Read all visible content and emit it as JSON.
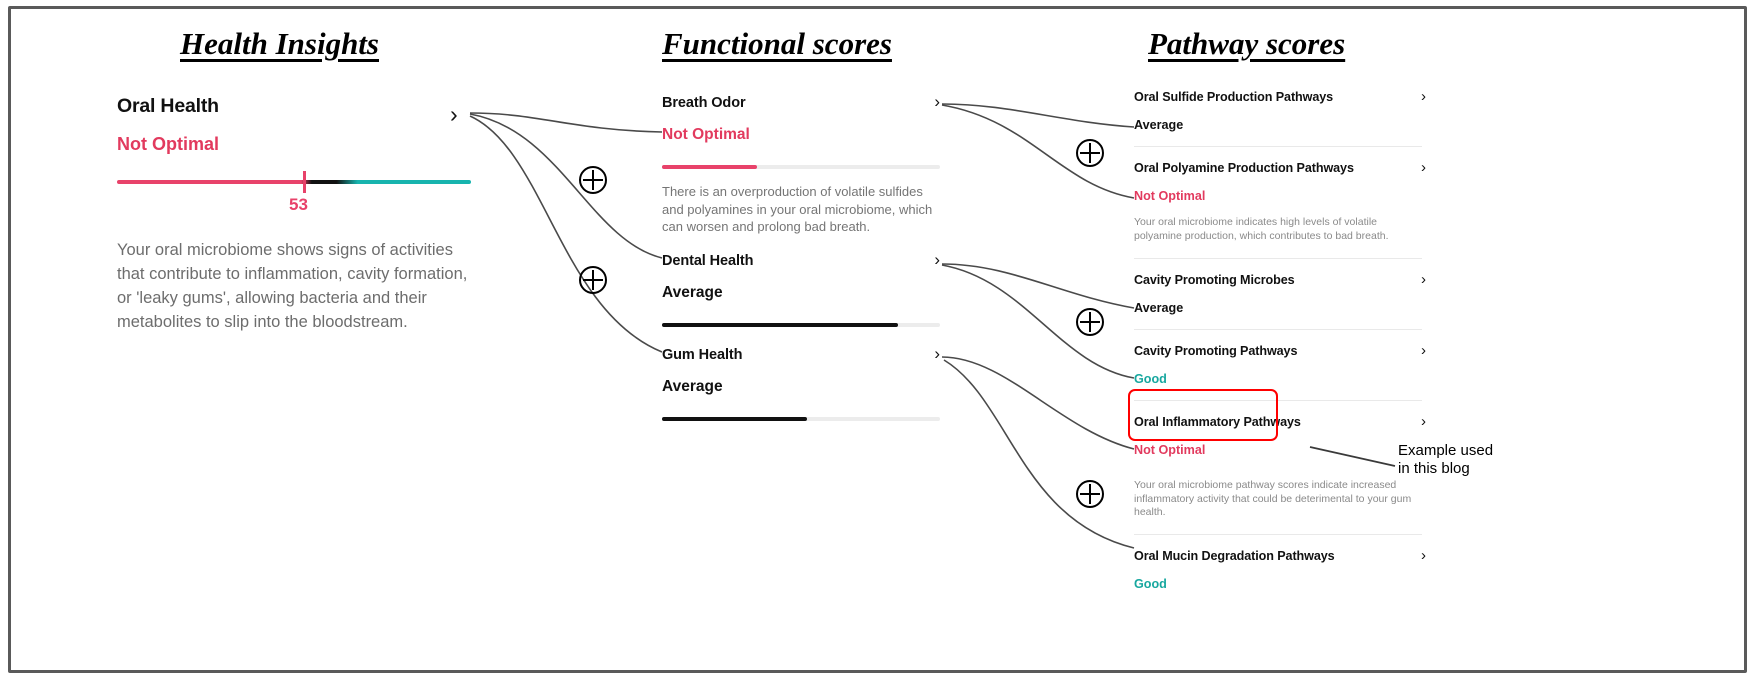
{
  "columns": {
    "health_insights_title": "Health Insights",
    "functional_scores_title": "Functional scores",
    "pathway_scores_title": "Pathway scores"
  },
  "colors": {
    "not_optimal": "#e23a5e",
    "average": "#111111",
    "good": "#17a79f",
    "highlight_box": "#ff0000",
    "muted_text": "#6d6d6d",
    "track": "#ececec"
  },
  "health_insight": {
    "name": "Oral Health",
    "status": "Not Optimal",
    "score": "53",
    "description": "Your oral microbiome shows signs of activities that contribute to inflammation, cavity formation, or 'leaky gums', allowing bacteria and their metabolites to slip into the bloodstream.",
    "chevron": "chevron-right-icon"
  },
  "functional_scores": [
    {
      "name": "Breath Odor",
      "status": "Not Optimal",
      "status_kind": "not-optimal",
      "bar_percent": 34,
      "description": "There is an overproduction of volatile sulfides and polyamines in your oral microbiome, which can worsen and prolong bad breath."
    },
    {
      "name": "Dental Health",
      "status": "Average",
      "status_kind": "average",
      "bar_percent": 85,
      "description": ""
    },
    {
      "name": "Gum Health",
      "status": "Average",
      "status_kind": "average",
      "bar_percent": 52,
      "description": ""
    }
  ],
  "pathway_scores": [
    {
      "name": "Oral Sulfide Production Pathways",
      "status": "Average",
      "status_kind": "average",
      "description": ""
    },
    {
      "name": "Oral Polyamine Production Pathways",
      "status": "Not Optimal",
      "status_kind": "not-optimal",
      "description": "Your oral microbiome indicates high levels of volatile polyamine production, which contributes to bad breath."
    },
    {
      "name": "Cavity Promoting Microbes",
      "status": "Average",
      "status_kind": "average",
      "description": ""
    },
    {
      "name": "Cavity Promoting Pathways",
      "status": "Good",
      "status_kind": "good",
      "description": ""
    },
    {
      "name": "Oral Inflammatory Pathways",
      "status": "Not Optimal",
      "status_kind": "not-optimal",
      "description": "Your oral microbiome pathway scores indicate increased inflammatory activity that could be deterimental to your gum health.",
      "highlighted": true
    },
    {
      "name": "Oral Mucin Degradation Pathways",
      "status": "Good",
      "status_kind": "good",
      "description": ""
    }
  ],
  "annotation": {
    "line1": "Example used",
    "line2": "in this blog"
  },
  "icons": {
    "chevron": "›",
    "plus_circle": "plus-circle-icon"
  }
}
